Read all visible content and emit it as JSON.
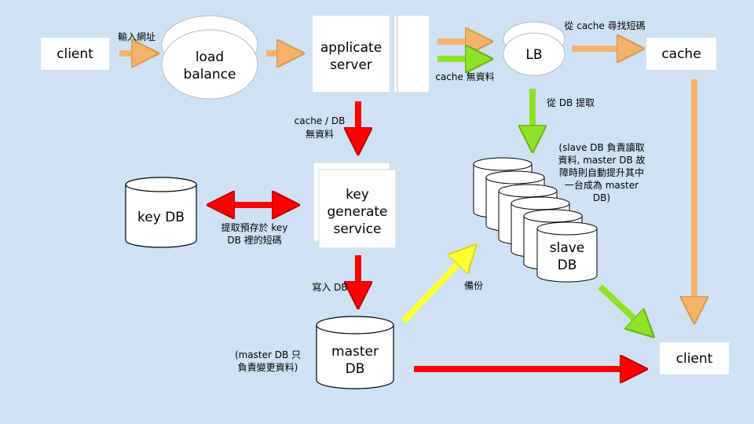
{
  "nodes": {
    "client_top": "client",
    "load_balance_line1": "load",
    "load_balance_line2": "balance",
    "app_server_line1": "applicate",
    "app_server_line2": "server",
    "lb": "LB",
    "cache": "cache",
    "key_db": "key DB",
    "kgs_line1": "key",
    "kgs_line2": "generate",
    "kgs_line3": "service",
    "slave_db_line1": "slave",
    "slave_db_line2": "DB",
    "master_db_line1": "master",
    "master_db_line2": "DB",
    "client_bottom": "client"
  },
  "labels": {
    "input_url": "輸入網址",
    "cache_miss": "cache 無資料",
    "find_in_cache": "從 cache 尋找短碼",
    "fetch_from_db": "從 DB 提取",
    "cache_db_miss_line1": "cache / DB",
    "cache_db_miss_line2": "無資料",
    "prestored_line1": "提取預存於 key",
    "prestored_line2": "DB 裡的短碼",
    "write_db": "寫入 DB",
    "backup": "備份",
    "slave_note_line1": "(slave DB 負責讀取",
    "slave_note_line2": "資料, master DB 故",
    "slave_note_line3": "障時則自動提升其中",
    "slave_note_line4": "一台成為 master",
    "slave_note_line5": "DB)",
    "master_note_line1": "(master DB 只",
    "master_note_line2": "負責變更資料)"
  },
  "colors": {
    "background": "#cfe2f3",
    "arrow_orange": "#f6b26b",
    "arrow_green": "#8fe22a",
    "arrow_red": "#ff0000",
    "arrow_yellow": "#ffff33",
    "node_fill": "#ffffff"
  }
}
